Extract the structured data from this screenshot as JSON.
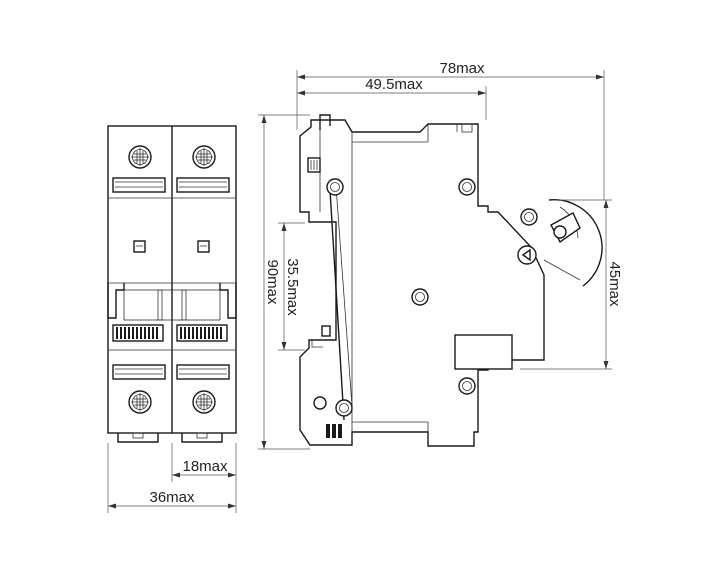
{
  "dimensions": {
    "overall_length": "78max",
    "rail_to_front": "49.5max",
    "height": "90max",
    "din_rail": "35.5max",
    "front_height": "45max",
    "pole_width": "18max",
    "total_width": "36max"
  },
  "colors": {
    "line": "#1a1a1a",
    "dimension_line": "#555555",
    "background": "#ffffff"
  }
}
